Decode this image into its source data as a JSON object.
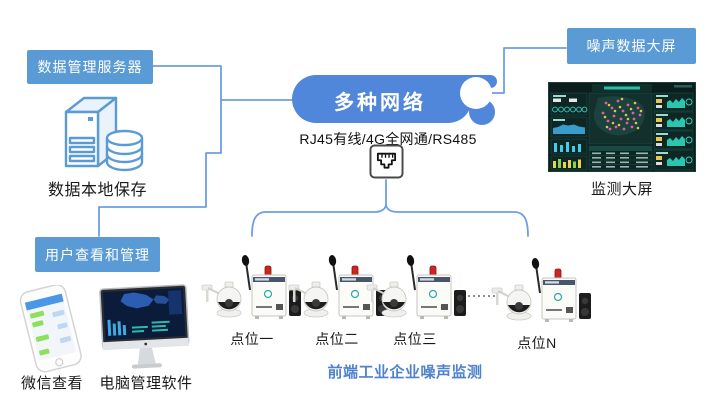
{
  "diagram": {
    "server_box_label": "数据管理服务器",
    "server_caption": "数据本地保存",
    "cloud_label": "多种网络",
    "network_caption": "RJ45有线/4G全网通/RS485",
    "screen_box_label": "噪声数据大屏",
    "screen_caption": "监测大屏",
    "user_box_label": "用户查看和管理",
    "wechat_caption": "微信查看",
    "pc_caption": "电脑管理软件",
    "point_labels": [
      "点位一",
      "点位二",
      "点位三",
      "点位N"
    ],
    "bottom_caption": "前端工业企业噪声监测",
    "colors": {
      "box_blue": "#5B9BD5",
      "cloud_blue": "#5187DB",
      "connector_blue": "#6D9EE5",
      "caption_blue": "#4F82CC",
      "dashboard_bg": "#0B1D1C",
      "dashboard_teal": "#2FD8C2"
    }
  }
}
